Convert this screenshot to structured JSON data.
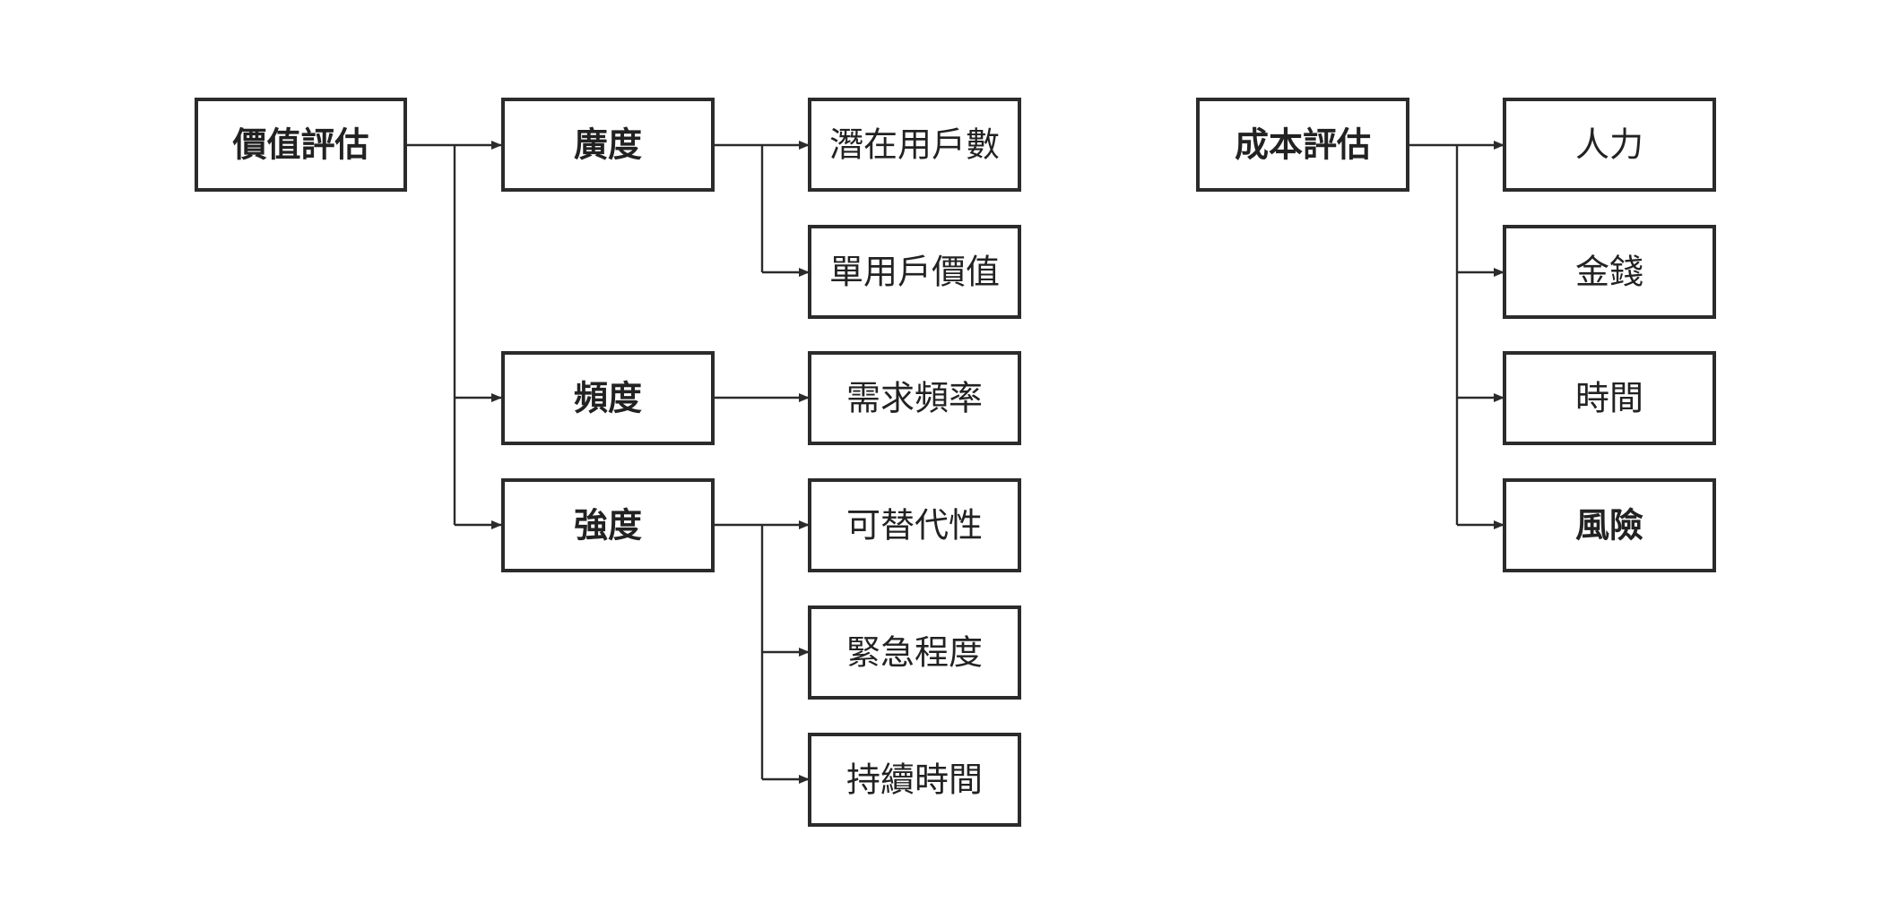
{
  "value_tree": {
    "root": "價值評估",
    "breadth": {
      "label": "廣度",
      "children": [
        "潛在用戶數",
        "單用戶價值"
      ]
    },
    "frequency": {
      "label": "頻度",
      "children": [
        "需求頻率"
      ]
    },
    "intensity": {
      "label": "強度",
      "children": [
        "可替代性",
        "緊急程度",
        "持續時間"
      ]
    }
  },
  "cost_tree": {
    "root": "成本評估",
    "children": [
      "人力",
      "金錢",
      "時間",
      "風險"
    ]
  },
  "colors": {
    "stroke": "#2b2b2b",
    "text": "#222222",
    "background": "#ffffff"
  }
}
